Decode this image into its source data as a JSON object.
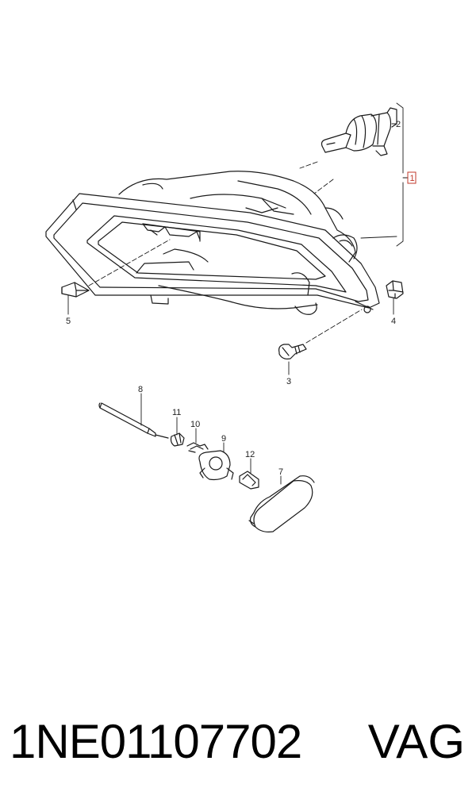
{
  "diagram": {
    "callouts": {
      "c1": "1",
      "c2": "2",
      "c3": "3",
      "c4": "4",
      "c5": "5",
      "c7": "7",
      "c8": "8",
      "c9": "9",
      "c10": "10",
      "c11": "11",
      "c12": "12"
    },
    "colors": {
      "line": "#1a1a1a",
      "reference_box": "#c0392b"
    }
  },
  "footer": {
    "part_number": "1NE01107702",
    "brand": "VAG"
  }
}
